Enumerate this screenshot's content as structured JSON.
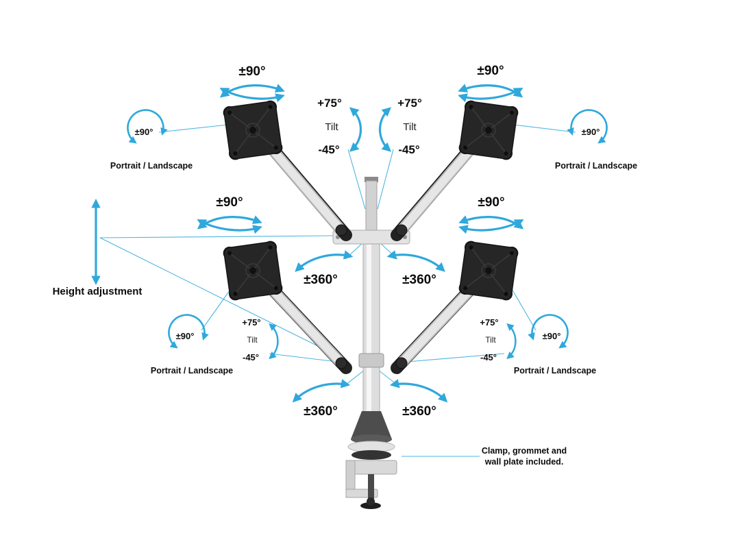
{
  "page": {
    "background": "#ffffff",
    "accent": "#2FA8DC"
  },
  "labels": {
    "height_adjustment": "Height adjustment",
    "clamp_note": {
      "line1": "Clamp, grommet and",
      "line2": "wall plate included."
    },
    "swivel": {
      "top_left": "±90°",
      "top_right": "±90°",
      "mid_left": "±90°",
      "mid_right": "±90°"
    },
    "rotation": {
      "top_left": "±90°",
      "top_right": "±90°",
      "bottom_left": "±90°",
      "bottom_right": "±90°"
    },
    "portrait_landscape": {
      "top_left": "Portrait / Landscape",
      "top_right": "Portrait / Landscape",
      "bottom_left": "Portrait / Landscape",
      "bottom_right": "Portrait / Landscape"
    },
    "tilt": {
      "top_left": {
        "up": "+75°",
        "label": "Tilt",
        "down": "-45°"
      },
      "top_right": {
        "up": "+75°",
        "label": "Tilt",
        "down": "-45°"
      },
      "bottom_left": {
        "up": "+75°",
        "label": "Tilt",
        "down": "-45°"
      },
      "bottom_right": {
        "up": "+75°",
        "label": "Tilt",
        "down": "-45°"
      }
    },
    "rotate360": {
      "mid_left": "±360°",
      "mid_right": "±360°",
      "bottom_left": "±360°",
      "bottom_right": "±360°"
    }
  }
}
